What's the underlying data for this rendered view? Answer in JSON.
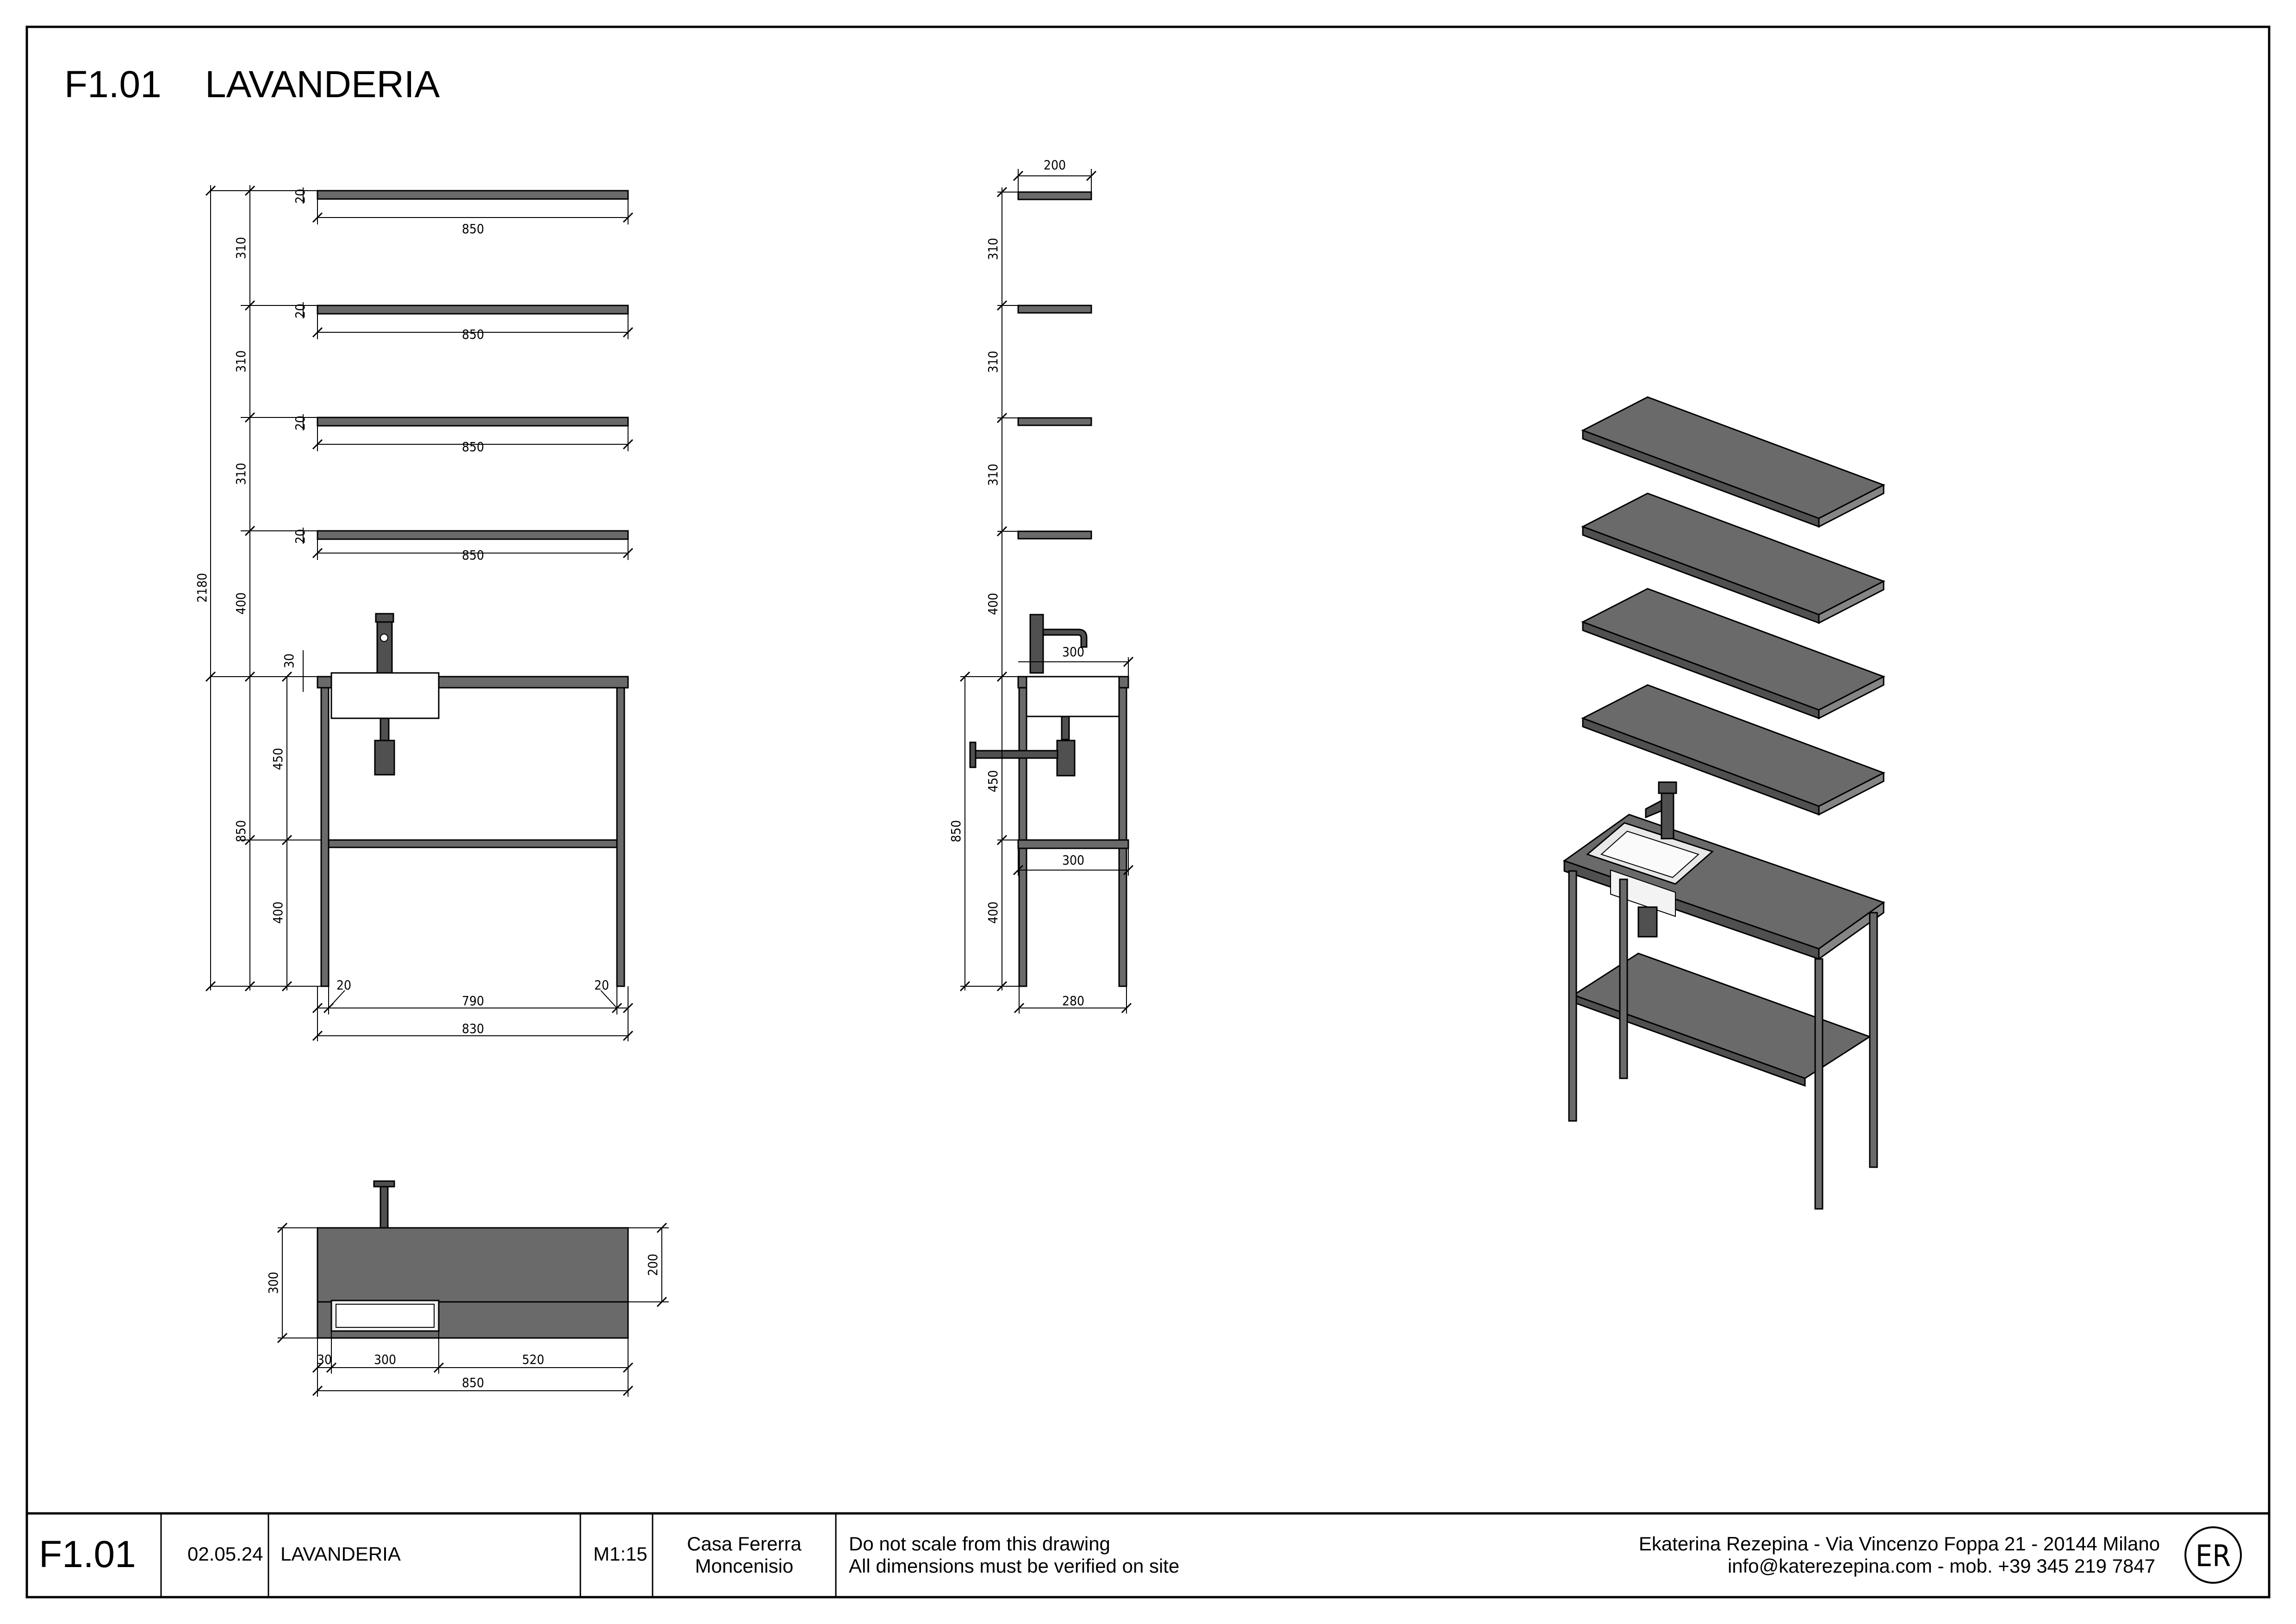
{
  "sheet": {
    "code": "F1.01",
    "title": "LAVANDERIA"
  },
  "front_view": {
    "shelf_thickness": "20",
    "shelf_width": "850",
    "shelf_gap": "310",
    "gap_above_top": "400",
    "total_height": "2180",
    "top_thickness": "30",
    "upper_frame": "450",
    "lower_frame": "400",
    "table_height": "850",
    "leg_width": "20",
    "inner_width": "790",
    "outer_width": "830"
  },
  "side_view": {
    "shelf_depth": "200",
    "shelf_gap": "310",
    "gap_above_top": "400",
    "top_depth": "300",
    "upper_frame": "450",
    "lower_frame": "400",
    "table_height": "850",
    "shelf_low_depth": "300",
    "frame_depth": "280"
  },
  "plan_view": {
    "depth": "300",
    "shelf_depth": "200",
    "offset": "30",
    "sink_width": "300",
    "rest_width": "520",
    "total_width": "850"
  },
  "title_block": {
    "code": "F1.01",
    "date": "02.05.24",
    "name": "LAVANDERIA",
    "scale": "M1:15",
    "project_line1": "Casa Fererra",
    "project_line2": "Moncenisio",
    "note_line1": "Do not scale from this drawing",
    "note_line2": "All dimensions must be verified on site",
    "studio_line1": "Ekaterina Rezepina - Via Vincenzo Foppa 21 - 20144 Milano",
    "studio_line2": "info@katerezepina.com - mob. +39 345 219 7847",
    "logo_text": "ER"
  },
  "colors": {
    "steel": "#6a6a6a",
    "steel_light": "#8a8a8a",
    "steel_dark": "#4a4a4a",
    "line": "#000000"
  }
}
